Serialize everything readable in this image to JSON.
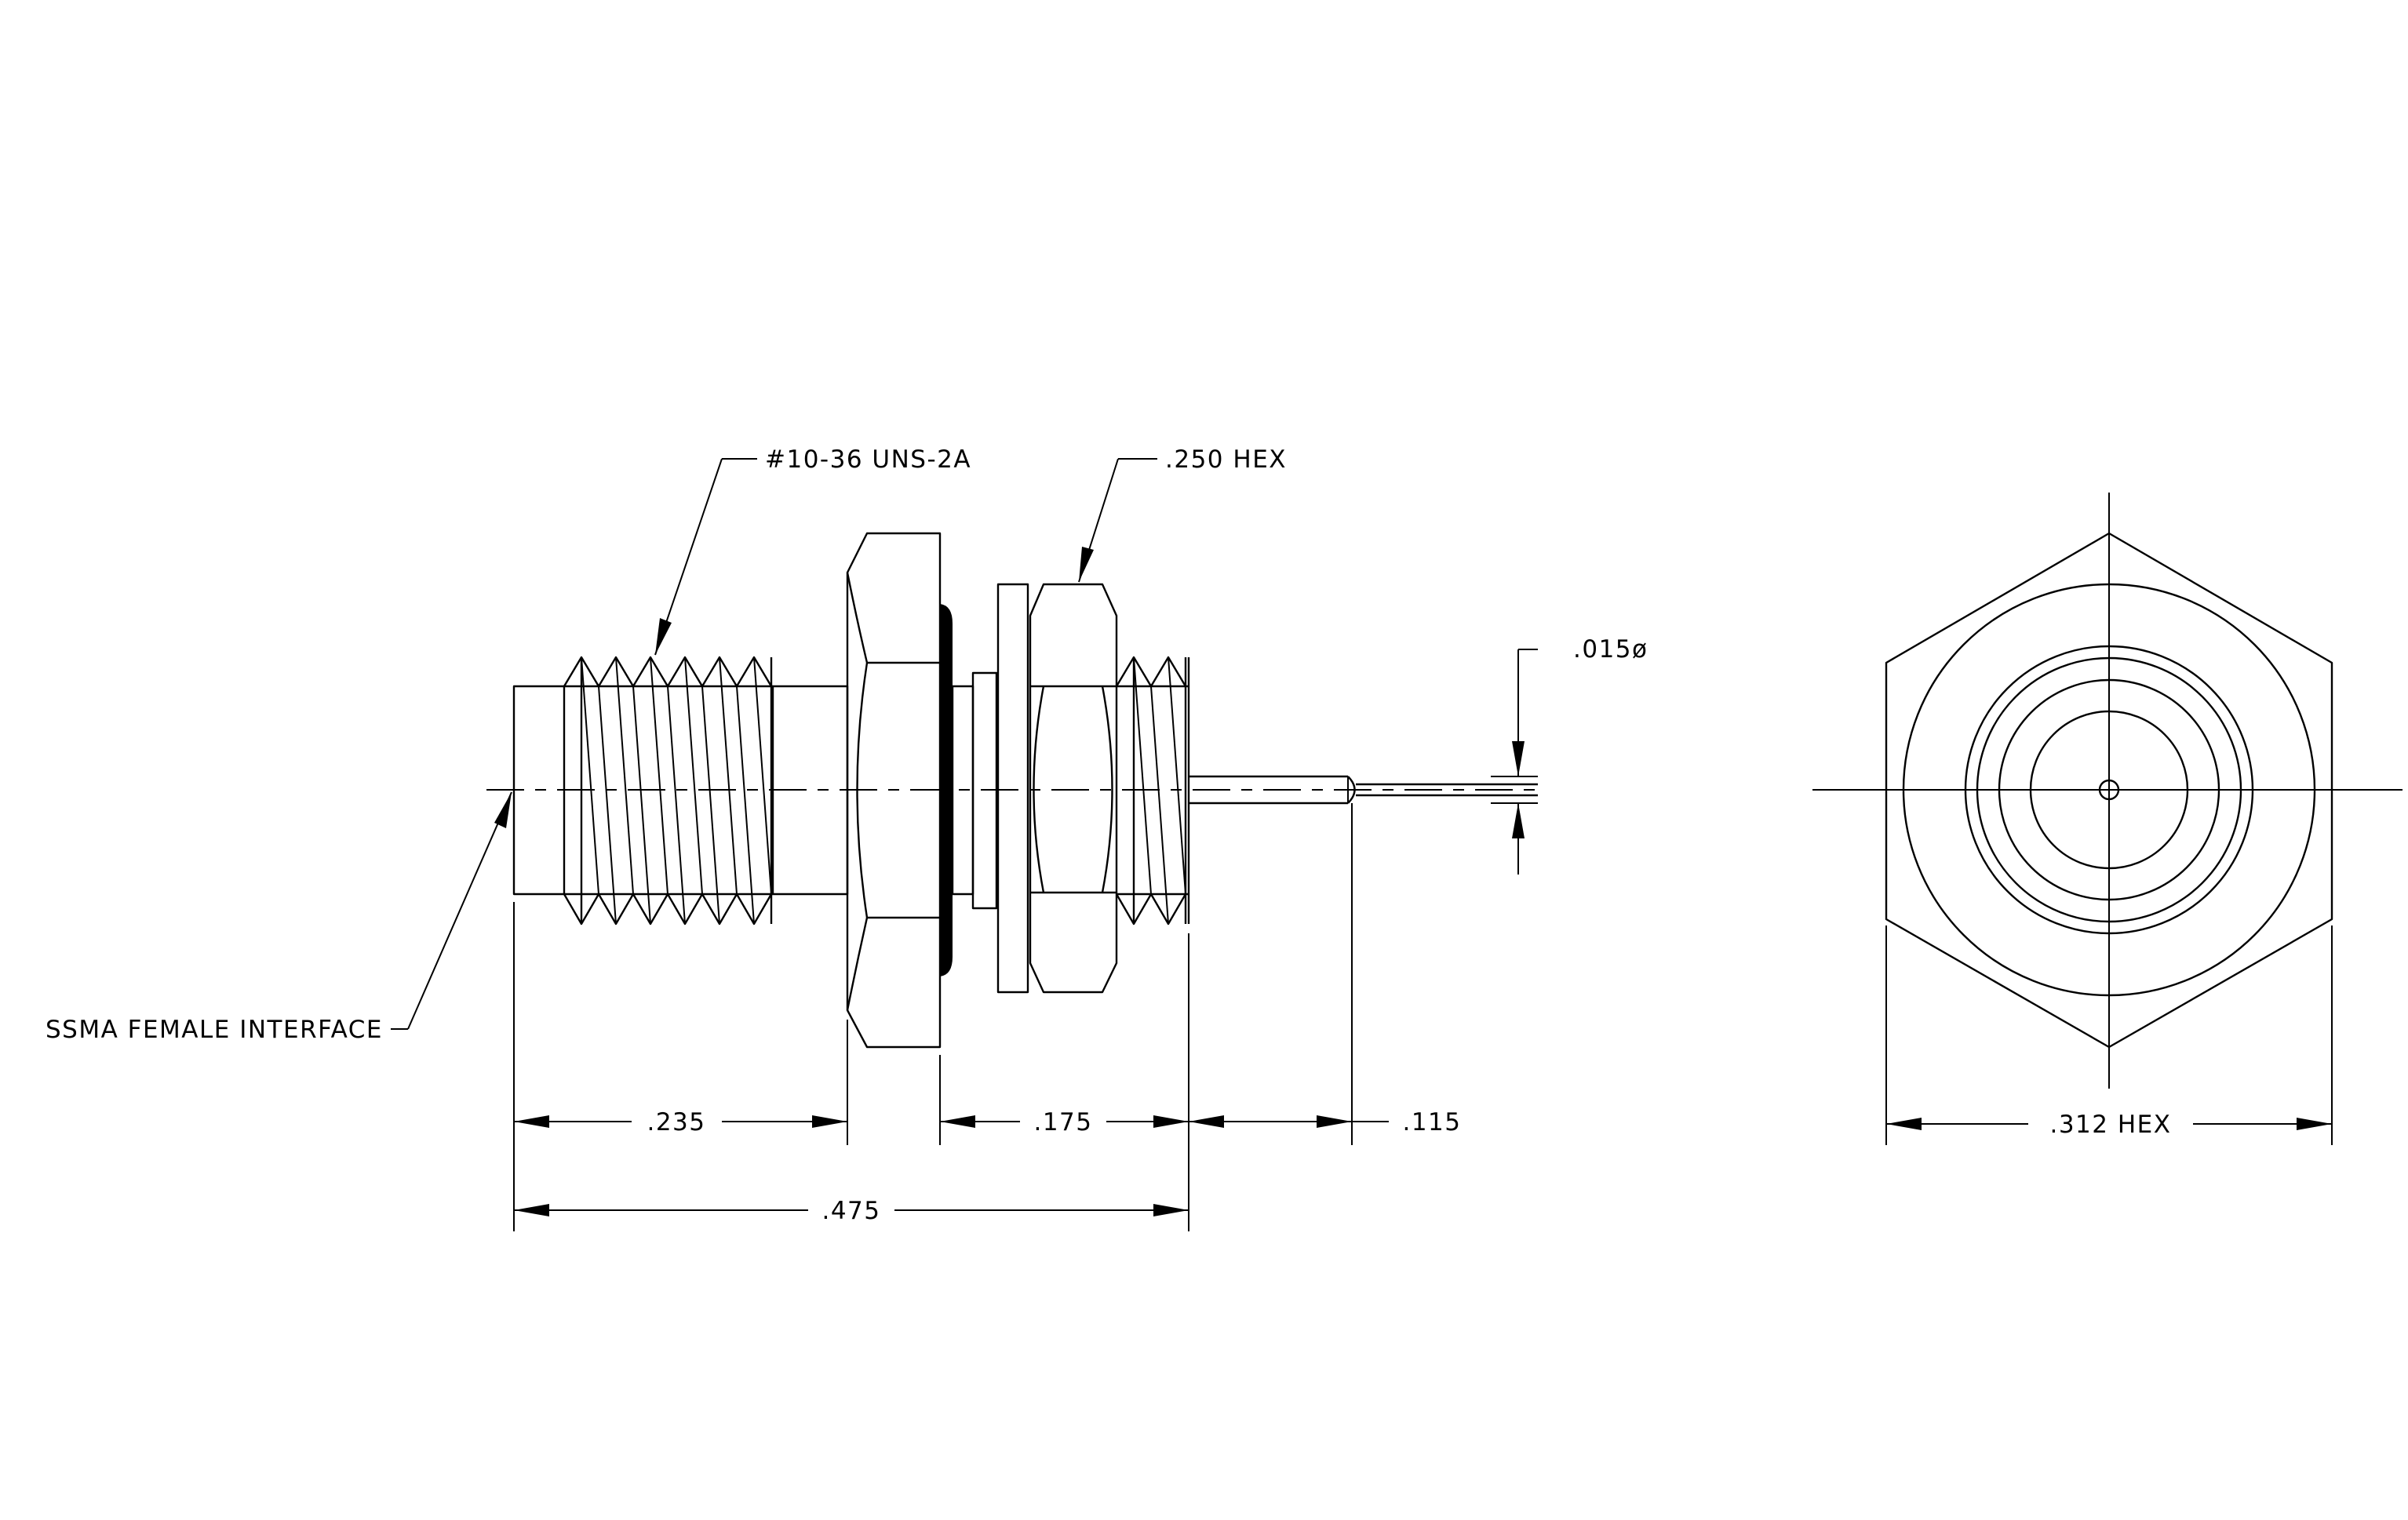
{
  "labels": {
    "thread": "#10-36 UNS-2A",
    "nut_hex": ".250 HEX",
    "pin_dia": ".015ø",
    "interface": "SSMA FEMALE INTERFACE",
    "dim_235": ".235",
    "dim_175": ".175",
    "dim_115": ".115",
    "dim_475": ".475",
    "end_hex": ".312 HEX"
  }
}
